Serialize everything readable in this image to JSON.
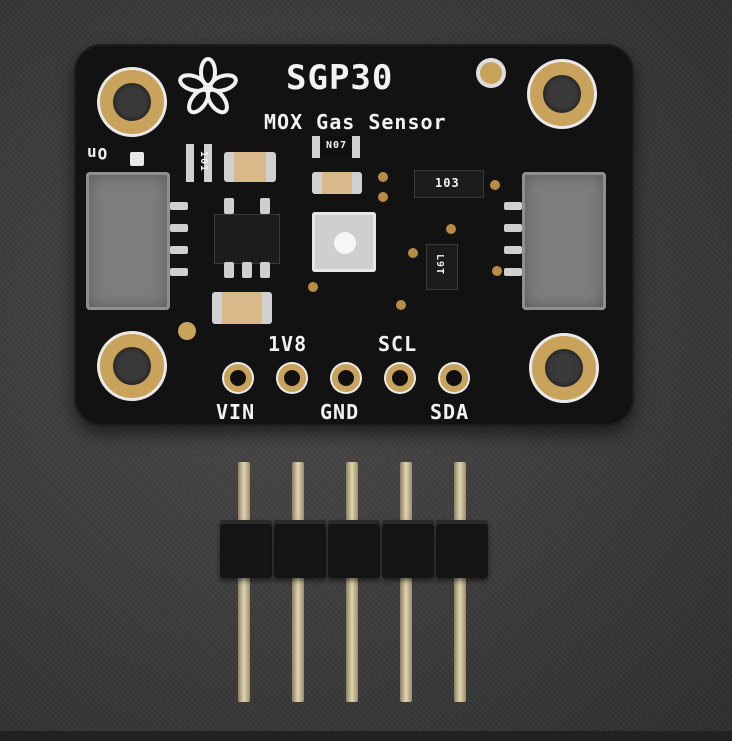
{
  "board": {
    "title": "SGP30",
    "subtitle": "MOX Gas Sensor",
    "led_label": "On",
    "components": {
      "r1": "101",
      "r2": "103",
      "ic_label": "L9T",
      "cap_label": "N07"
    },
    "pins_top": [
      "1V8",
      "SCL"
    ],
    "pins_bottom": [
      "VIN",
      "GND",
      "SDA"
    ]
  },
  "colors": {
    "pcb": "#121212",
    "gold": "#c9a25c",
    "silkscreen": "#f2f2f2",
    "background": "#3a3a3a"
  },
  "icons": {
    "logo": "adafruit-flower-icon"
  }
}
